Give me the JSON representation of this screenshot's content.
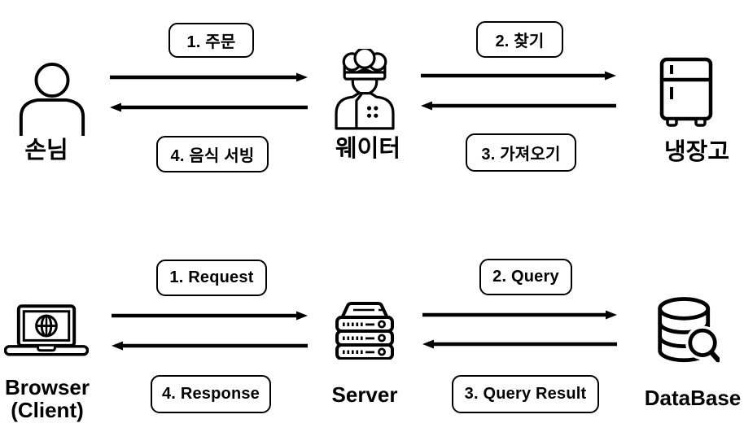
{
  "diagram": {
    "colors": {
      "stroke": "#000000",
      "background": "#ffffff"
    },
    "analogy_row": {
      "actors": {
        "customer": {
          "label": "손님",
          "icon": "person-icon"
        },
        "waiter": {
          "label": "웨이터",
          "icon": "chef-icon"
        },
        "refrigerator": {
          "label": "냉장고",
          "icon": "fridge-icon"
        }
      },
      "steps": {
        "order": "1. 주문",
        "find": "2. 찾기",
        "fetch": "3. 가져오기",
        "serve": "4. 음식 서빙"
      }
    },
    "web_row": {
      "actors": {
        "browser": {
          "label_line1": "Browser",
          "label_line2": "(Client)",
          "icon": "laptop-browser-icon"
        },
        "server": {
          "label": "Server",
          "icon": "server-rack-icon"
        },
        "database": {
          "label": "DataBase",
          "icon": "database-search-icon"
        }
      },
      "steps": {
        "request": "1. Request",
        "query": "2. Query",
        "query_result": "3. Query Result",
        "response": "4. Response"
      }
    }
  }
}
